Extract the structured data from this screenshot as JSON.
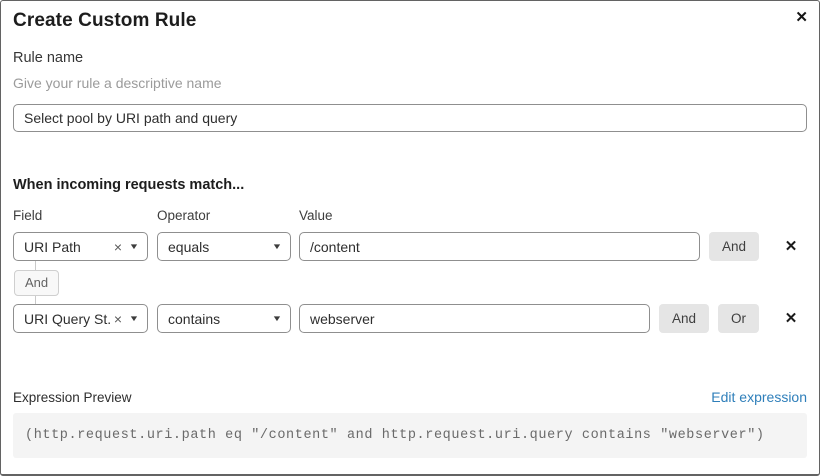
{
  "dialog": {
    "title": "Create Custom Rule"
  },
  "icons": {
    "close": "✕",
    "remove": "×",
    "caret": "▼",
    "delete_row": "✕"
  },
  "rule_name": {
    "label": "Rule name",
    "help": "Give your rule a descriptive name",
    "value": "Select pool by URI path and query"
  },
  "match": {
    "heading": "When incoming requests match...",
    "columns": {
      "field": "Field",
      "operator": "Operator",
      "value": "Value"
    },
    "connector": "And",
    "rows": [
      {
        "field": "URI Path",
        "operator": "equals",
        "value": "/content",
        "and_label": "And"
      },
      {
        "field": "URI Query St...",
        "operator": "contains",
        "value": "webserver",
        "and_label": "And",
        "or_label": "Or"
      }
    ]
  },
  "expression": {
    "label": "Expression Preview",
    "edit_link": "Edit expression",
    "code": "(http.request.uri.path eq \"/content\" and http.request.uri.query contains \"webserver\")"
  },
  "colors": {
    "link_blue": "#2f7fba",
    "button_gray": "#e5e5e5",
    "input_border": "#8f8f8f",
    "code_background": "#f4f4f4"
  }
}
